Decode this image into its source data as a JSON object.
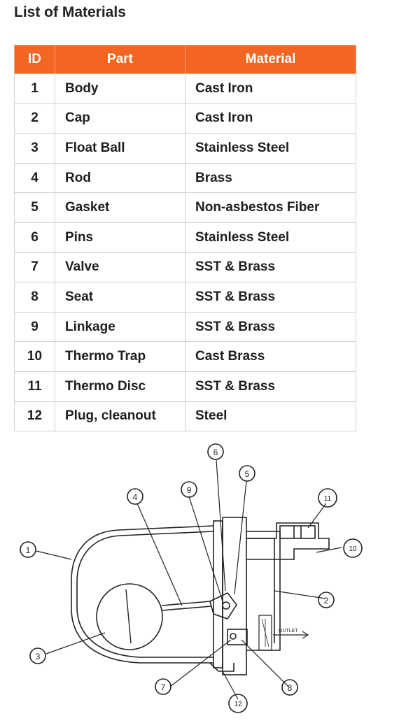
{
  "title": "List of Materials",
  "table": {
    "headers": [
      "ID",
      "Part",
      "Material"
    ],
    "rows": [
      {
        "id": "1",
        "part": "Body",
        "material": "Cast Iron"
      },
      {
        "id": "2",
        "part": "Cap",
        "material": "Cast Iron"
      },
      {
        "id": "3",
        "part": "Float Ball",
        "material": "Stainless Steel"
      },
      {
        "id": "4",
        "part": "Rod",
        "material": "Brass"
      },
      {
        "id": "5",
        "part": "Gasket",
        "material": "Non-asbestos Fiber"
      },
      {
        "id": "6",
        "part": "Pins",
        "material": "Stainless Steel"
      },
      {
        "id": "7",
        "part": "Valve",
        "material": "SST & Brass"
      },
      {
        "id": "8",
        "part": "Seat",
        "material": "SST & Brass"
      },
      {
        "id": "9",
        "part": "Linkage",
        "material": "SST & Brass"
      },
      {
        "id": "10",
        "part": "Thermo Trap",
        "material": "Cast Brass"
      },
      {
        "id": "11",
        "part": "Thermo Disc",
        "material": "SST & Brass"
      },
      {
        "id": "12",
        "part": "Plug, cleanout",
        "material": "Steel"
      }
    ]
  },
  "diagram": {
    "outlet_label": "OUTLET",
    "callouts": [
      "1",
      "2",
      "3",
      "4",
      "5",
      "6",
      "7",
      "8",
      "9",
      "10",
      "11",
      "12"
    ]
  },
  "colors": {
    "header_bg": "#f26522",
    "header_text": "#ffffff",
    "grid": "#cfcfcf"
  }
}
